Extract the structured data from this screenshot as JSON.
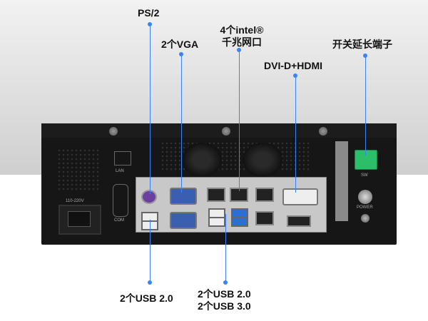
{
  "labels": {
    "ps2": "PS/2",
    "vga": "2个VGA",
    "lan_line1": "4个intel®",
    "lan_line2": "千兆网口",
    "dvi_hdmi": "DVI-D+HDMI",
    "switch_ext": "开关延长端子",
    "usb20": "2个USB 2.0",
    "usb_mix_line1": "2个USB 2.0",
    "usb_mix_line2": "2个USB 3.0"
  },
  "panel": {
    "lan": "LAN",
    "com": "COM",
    "voltage": "110-220V",
    "sw": "SW",
    "power": "POWER"
  },
  "colors": {
    "accent_line": "#3b82f6",
    "terminal_green": "#2bbf6a",
    "chassis": "#161616"
  }
}
